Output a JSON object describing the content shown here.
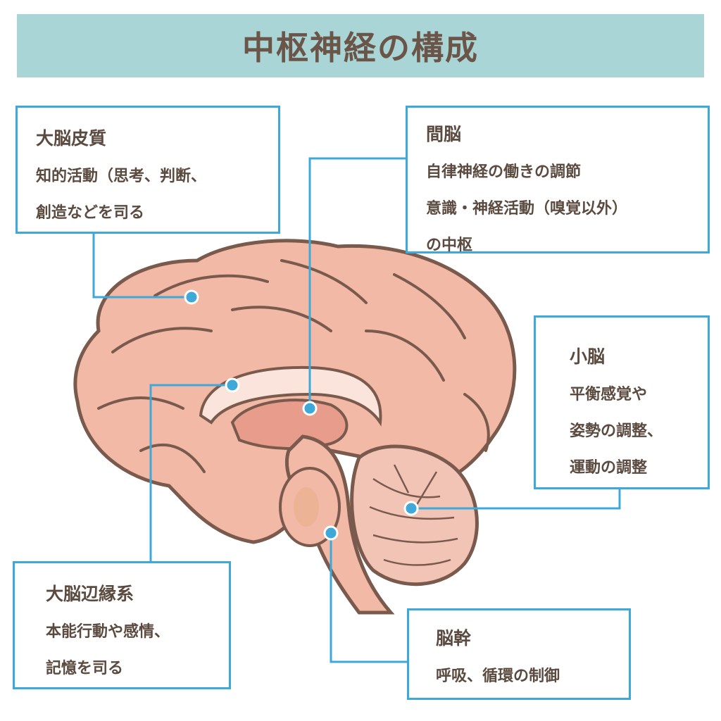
{
  "title": "中枢神経の構成",
  "colors": {
    "banner": "#a9d5d6",
    "title_text": "#6b5448",
    "box_border": "#3ea8d8",
    "leader_line": "#3ea8d8",
    "brain_fill": "#f2b9a6",
    "brain_outline": "#7a5a4c",
    "body_text": "#5b4a3f"
  },
  "labels": {
    "cerebral_cortex": {
      "heading": "大脳皮質",
      "lines": [
        "知的活動（思考、判断、",
        "創造などを司る"
      ]
    },
    "diencephalon": {
      "heading": "間脳",
      "lines": [
        "自律神経の働きの調節",
        "意識・神経活動（嗅覚以外）",
        "の中枢"
      ]
    },
    "cerebellum": {
      "heading": "小脳",
      "lines": [
        "平衡感覚や",
        "姿勢の調整、",
        "運動の調整"
      ]
    },
    "limbic_system": {
      "heading": "大脳辺縁系",
      "lines": [
        "本能行動や感情、",
        "記憶を司る"
      ]
    },
    "brainstem": {
      "heading": "脳幹",
      "lines": [
        "呼吸、循環の制御"
      ]
    }
  },
  "illustration": "brain-sagittal-section"
}
